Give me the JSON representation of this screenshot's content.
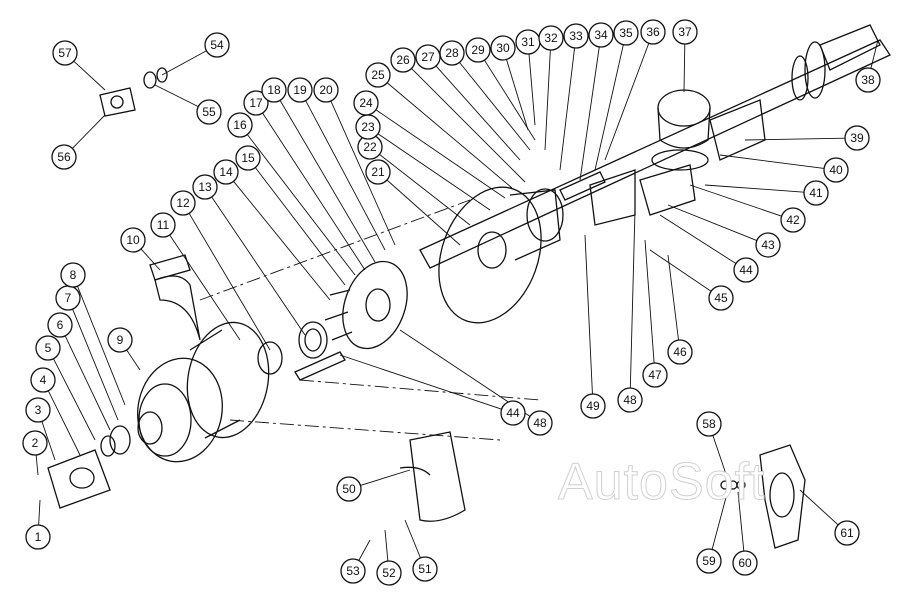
{
  "watermark": "AutoSoft",
  "callouts": [
    "1",
    "2",
    "3",
    "4",
    "5",
    "6",
    "7",
    "8",
    "9",
    "10",
    "11",
    "12",
    "13",
    "14",
    "15",
    "16",
    "17",
    "18",
    "19",
    "20",
    "21",
    "22",
    "23",
    "24",
    "25",
    "26",
    "27",
    "28",
    "29",
    "30",
    "31",
    "32",
    "33",
    "34",
    "35",
    "36",
    "37",
    "38",
    "39",
    "40",
    "41",
    "42",
    "43",
    "44",
    "45",
    "46",
    "47",
    "48",
    "49",
    "48",
    "44",
    "50",
    "51",
    "52",
    "53",
    "54",
    "55",
    "56",
    "57",
    "58",
    "59",
    "60",
    "61"
  ],
  "colors": {
    "line": "#111111",
    "watermark": "#d0d0d0"
  }
}
